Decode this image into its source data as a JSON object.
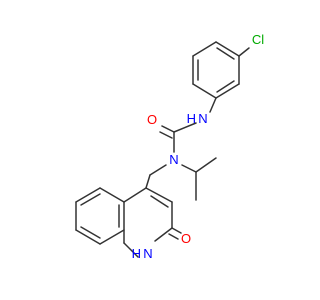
{
  "molecule": {
    "atoms": {
      "chlorine": "Cl",
      "amine_nh": "N",
      "amine_h": "H",
      "carbonyl_o": "O",
      "urea_n": "N",
      "ring_nh_n": "N",
      "ring_nh_h": "H",
      "lactam_o": "O"
    },
    "colors": {
      "bond": "#333333",
      "nitrogen": "#0000ff",
      "oxygen": "#ff0000",
      "chlorine": "#00aa00"
    }
  }
}
